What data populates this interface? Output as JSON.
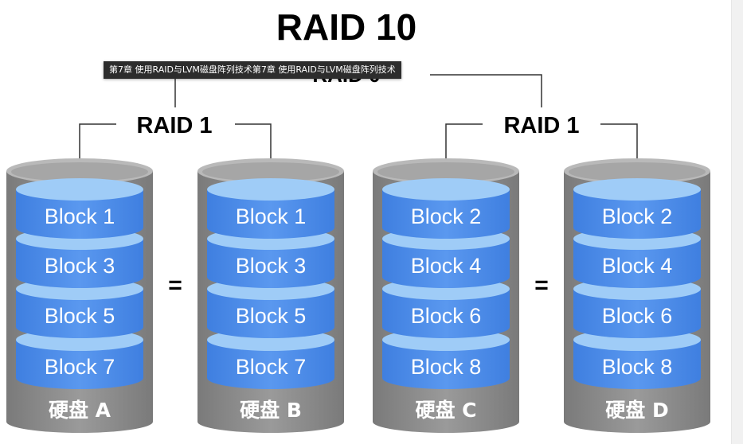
{
  "diagram": {
    "title": "RAID 10",
    "hidden_label": "RAID 0",
    "groups": [
      {
        "label": "RAID 1",
        "equals": "="
      },
      {
        "label": "RAID 1",
        "equals": "="
      }
    ],
    "disks": [
      {
        "label": "硬盘 A",
        "blocks": [
          "Block 1",
          "Block 3",
          "Block 5",
          "Block 7"
        ]
      },
      {
        "label": "硬盘 B",
        "blocks": [
          "Block 1",
          "Block 3",
          "Block 5",
          "Block 7"
        ]
      },
      {
        "label": "硬盘 C",
        "blocks": [
          "Block 2",
          "Block 4",
          "Block 6",
          "Block 8"
        ]
      },
      {
        "label": "硬盘 D",
        "blocks": [
          "Block 2",
          "Block 4",
          "Block 6",
          "Block 8"
        ]
      }
    ],
    "colors": {
      "disk_body": "#8e8e8e",
      "disk_rim": "#b9b9b9",
      "block_fill": "#4f8fea",
      "block_top": "#9fccf7",
      "title": "#000000",
      "label_text": "#ffffff"
    }
  },
  "tooltip": {
    "text": "第7章 使用RAID与LVM磁盘阵列技术第7章 使用RAID与LVM磁盘阵列技术"
  }
}
